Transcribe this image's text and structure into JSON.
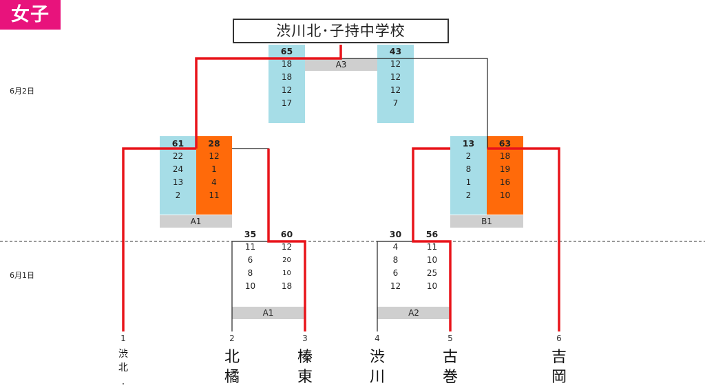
{
  "category": "女子",
  "winner": "渋川北･子持中学校",
  "dates": {
    "day2": "6月2日",
    "day1": "6月1日"
  },
  "courts": {
    "a3": "A3",
    "a1_top": "A1",
    "b1": "B1",
    "a1": "A1",
    "a2": "A2"
  },
  "match_a3": {
    "left": [
      "65",
      "18",
      "18",
      "12",
      "17"
    ],
    "right": [
      "43",
      "12",
      "12",
      "12",
      "7"
    ]
  },
  "match_a1_top": {
    "left": [
      "61",
      "22",
      "24",
      "13",
      "2"
    ],
    "right": [
      "28",
      "12",
      "1",
      "4",
      "11"
    ]
  },
  "match_b1": {
    "left": [
      "13",
      "2",
      "8",
      "1",
      "2"
    ],
    "right": [
      "63",
      "18",
      "19",
      "16",
      "10"
    ]
  },
  "match_a1": {
    "left": [
      "35",
      "11",
      "6",
      "8",
      "10"
    ],
    "right": [
      "60",
      "12",
      "20",
      "10",
      "18"
    ]
  },
  "match_a2": {
    "left": [
      "30",
      "4",
      "8",
      "6",
      "12"
    ],
    "right": [
      "56",
      "11",
      "10",
      "25",
      "10"
    ]
  },
  "teams": [
    {
      "num": "1",
      "name": [
        "渋",
        "北",
        "."
      ]
    },
    {
      "num": "2",
      "name": [
        "北",
        "橘"
      ]
    },
    {
      "num": "3",
      "name": [
        "榛",
        "東"
      ]
    },
    {
      "num": "4",
      "name": [
        "渋",
        "川"
      ]
    },
    {
      "num": "5",
      "name": [
        "古",
        "巻"
      ]
    },
    {
      "num": "6",
      "name": [
        "吉",
        "岡"
      ]
    }
  ],
  "colors": {
    "tag": "#e8137c",
    "win_line": "#e8141a",
    "blue_cell": "#a6dde7",
    "orange_cell": "#ff6a0a",
    "court_bar": "#cfcfcf"
  }
}
